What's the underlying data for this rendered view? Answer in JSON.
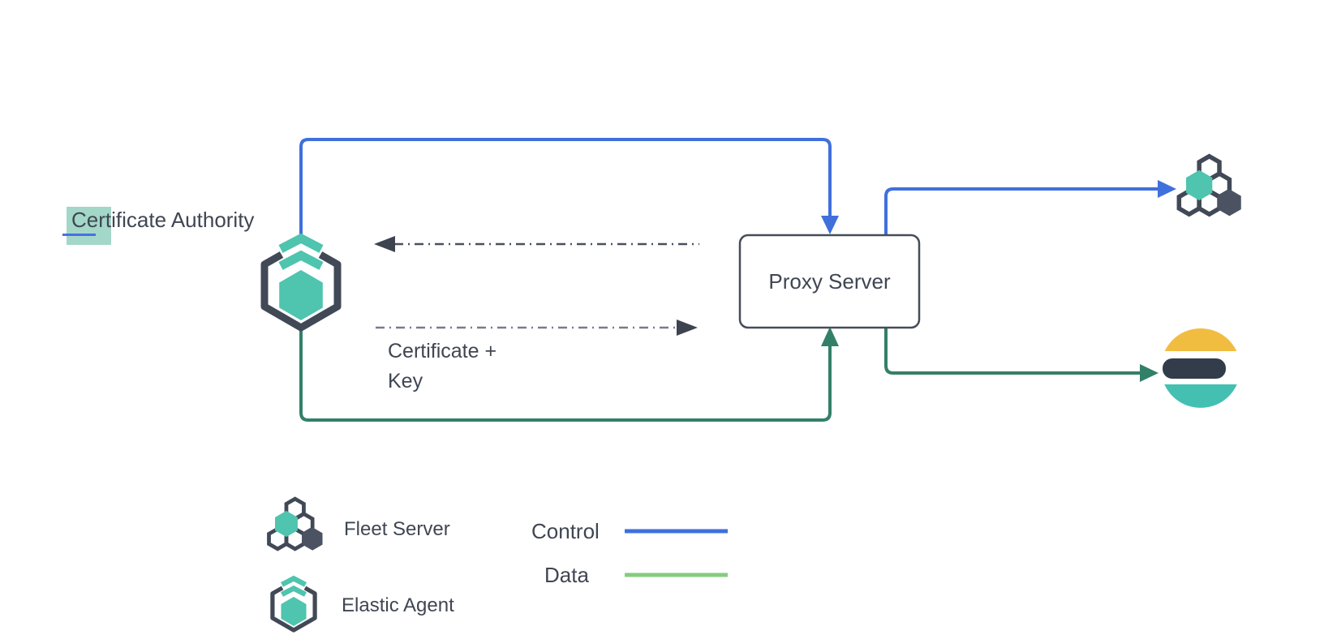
{
  "nodes": {
    "certificate_authority": {
      "label": "Certificate Authority"
    },
    "proxy_server": {
      "label": "Proxy Server"
    },
    "certificate_key": {
      "line1": "Certificate +",
      "line2": "Key"
    },
    "fleet_server": {
      "icon": "fleet-server-icon"
    },
    "elastic_agent": {
      "icon": "elastic-agent-icon"
    },
    "elasticsearch": {
      "icon": "elasticsearch-icon"
    }
  },
  "legend": {
    "items": [
      {
        "icon": "fleet-server-icon",
        "label": "Fleet Server"
      },
      {
        "icon": "elastic-agent-icon",
        "label": "Elastic Agent"
      }
    ],
    "flows": [
      {
        "label": "Control",
        "color": "#3f70dc"
      },
      {
        "label": "Data",
        "color": "#85cc7f"
      }
    ]
  },
  "edges": [
    {
      "from": "elastic-agent",
      "to": "proxy-server",
      "type": "control",
      "style": "solid"
    },
    {
      "from": "proxy-server",
      "to": "fleet-server",
      "type": "control",
      "style": "solid"
    },
    {
      "from": "elastic-agent",
      "to": "proxy-server",
      "type": "data",
      "style": "solid"
    },
    {
      "from": "proxy-server",
      "to": "elasticsearch",
      "type": "data",
      "style": "solid"
    },
    {
      "from": "proxy-server",
      "to": "certificate-authority",
      "type": "certificate-exchange",
      "style": "dash-dot"
    },
    {
      "from": "certificate-authority",
      "to": "proxy-server",
      "type": "certificate-exchange",
      "style": "dash-dot"
    }
  ],
  "colors": {
    "control_line": "#3f70dc",
    "data_line": "#338069",
    "legend_data_line": "#85cc7f",
    "dashed_upper": "#4a505c",
    "dashed_lower": "#787d87",
    "dashed_arrowhead": "#3d4450",
    "slate": "#414957",
    "text": "#3f4652",
    "teal": "#4fc4ae",
    "dark_hexagon": "#4b5363",
    "node_border": "#464d59",
    "node_fill": "#ffffff",
    "es_yellow": "#f1bd41",
    "es_teal": "#43c0b2",
    "es_dark": "#333c4b",
    "selection_highlight": "#a3d7c8",
    "collaborator_cursor": "#4a6fe3",
    "background": "#ffffff"
  }
}
